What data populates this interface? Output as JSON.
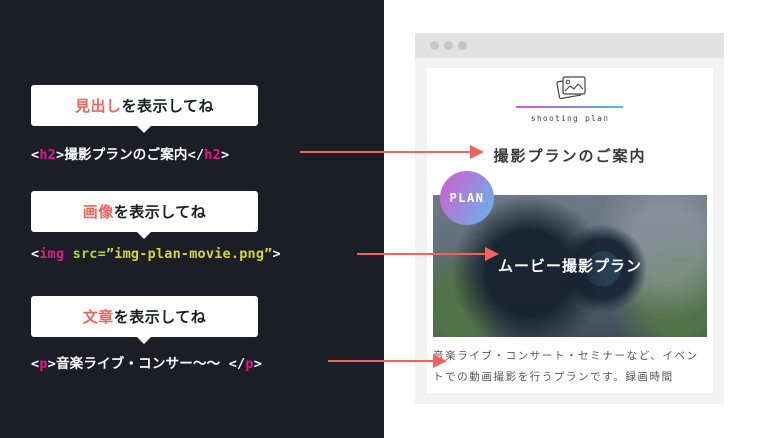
{
  "left_panel": {
    "rows": [
      {
        "bubble": {
          "highlight": "見出し",
          "rest": "を表示してね"
        },
        "code": {
          "open_lt": "<",
          "open_tag": "h2",
          "open_gt": ">",
          "content": "撮影プランのご案内",
          "close_lt": "</",
          "close_tag": "h2",
          "close_gt": ">"
        }
      },
      {
        "bubble": {
          "highlight": "画像",
          "rest": "を表示してね"
        },
        "code": {
          "open_lt": "<",
          "tag": "img",
          "space": " ",
          "attr": "src=",
          "value": "”img-plan-movie.png”",
          "close_gt": ">"
        }
      },
      {
        "bubble": {
          "highlight": "文章",
          "rest": "を表示してね"
        },
        "code": {
          "open_lt": "<",
          "open_tag": "p",
          "open_gt": ">",
          "content": "音楽ライブ・コンサー〜〜 ",
          "close_lt": "</",
          "close_tag": "p",
          "close_gt": ">"
        }
      }
    ]
  },
  "browser": {
    "logo_subtitle": "shooting plan",
    "page_title": "撮影プランのご案内",
    "hero": {
      "badge": "PLAN",
      "caption": "ムービー撮影プラン"
    },
    "body_text": "音楽ライブ・コンサート・セミナーなど、イベントでの動画撮影を行うプランです。録画時間"
  },
  "colors": {
    "dark_bg": "#1b1e27",
    "accent_red": "#f4635a",
    "tag_pink": "#e8158b",
    "attr_green": "#b8d62a",
    "string_yellow": "#d9d62c",
    "gradient_start": "#d25bd8",
    "gradient_end": "#4fc0ec"
  }
}
